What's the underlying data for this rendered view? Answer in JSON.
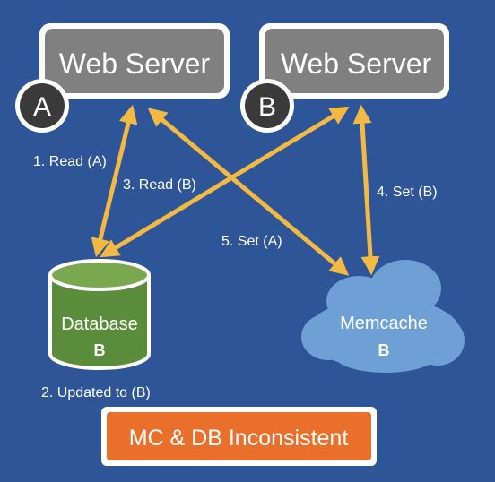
{
  "servers": [
    {
      "title": "Web Server",
      "badge": "A"
    },
    {
      "title": "Web Server",
      "badge": "B"
    }
  ],
  "database": {
    "label": "Database",
    "value": "B"
  },
  "memcache": {
    "label": "Memcache",
    "value": "B"
  },
  "steps": [
    "1. Read (A)",
    "3. Read (B)",
    "5. Set (A)",
    "4. Set (B)",
    "2. Updated to (B)"
  ],
  "status": {
    "label": "MC & DB Inconsistent"
  },
  "colors": {
    "background": "#2d5597",
    "server_fill": "#808080",
    "server_border": "#ffffff",
    "badge_fill": "#3a3a3a",
    "arrow": "#f4b942",
    "db_fill": "#5b8c3c",
    "cloud_fill": "#6e9fd5",
    "status_fill": "#ea6f2b"
  }
}
